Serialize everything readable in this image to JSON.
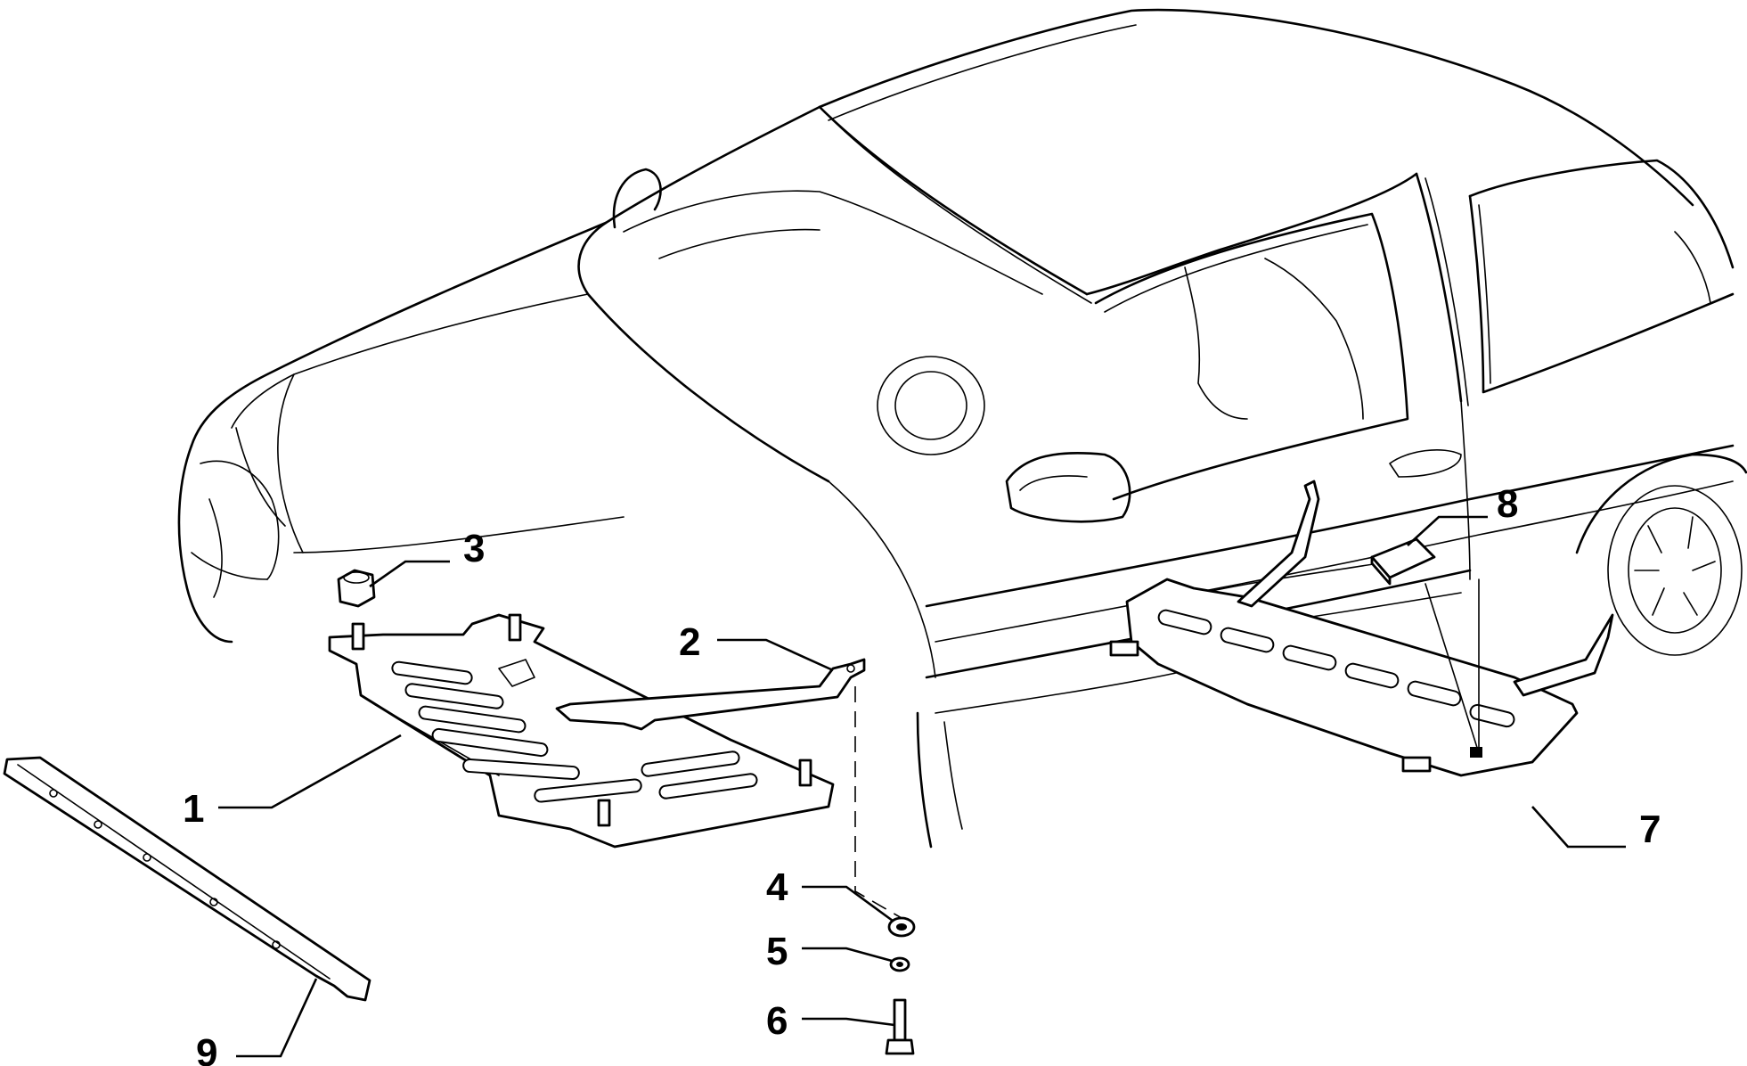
{
  "diagram": {
    "type": "exploded-parts-diagram",
    "subject": "car",
    "callouts": [
      {
        "label": "1",
        "part": "front-undertray"
      },
      {
        "label": "2",
        "part": "bracket"
      },
      {
        "label": "3",
        "part": "nut"
      },
      {
        "label": "4",
        "part": "washer"
      },
      {
        "label": "5",
        "part": "washer"
      },
      {
        "label": "6",
        "part": "bolt"
      },
      {
        "label": "7",
        "part": "side-undertray"
      },
      {
        "label": "8",
        "part": "pad"
      },
      {
        "label": "9",
        "part": "strip"
      }
    ]
  },
  "colors": {
    "line": "#000000",
    "background": "#ffffff"
  }
}
